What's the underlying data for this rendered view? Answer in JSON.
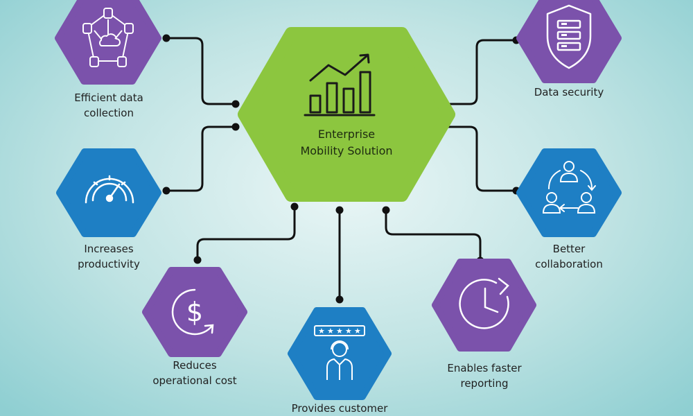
{
  "center": {
    "title_line1": "Enterprise",
    "title_line2": "Mobility Solution",
    "icon": "bar-chart-growth-icon"
  },
  "nodes": [
    {
      "key": "data-collection",
      "line1": "Efficient data",
      "line2": "collection",
      "icon": "network-cloud-database-icon",
      "color": "#7b52ab"
    },
    {
      "key": "productivity",
      "line1": "Increases",
      "line2": "productivity",
      "icon": "speedometer-gauge-icon",
      "color": "#1e7fc4"
    },
    {
      "key": "operational-cost",
      "line1": "Reduces",
      "line2": "operational cost",
      "icon": "dollar-cycle-icon",
      "color": "#7b52ab"
    },
    {
      "key": "customer",
      "line1": "Provides customer",
      "line2": "",
      "icon": "rated-support-agent-icon",
      "color": "#1e7fc4"
    },
    {
      "key": "faster-reporting",
      "line1": "Enables faster",
      "line2": "reporting",
      "icon": "clock-refresh-icon",
      "color": "#7b52ab"
    },
    {
      "key": "collaboration",
      "line1": "Better",
      "line2": "collaboration",
      "icon": "collaboration-cycle-icon",
      "color": "#1e7fc4"
    },
    {
      "key": "data-security",
      "line1": "Data security",
      "line2": "",
      "icon": "shield-server-icon",
      "color": "#7b52ab"
    }
  ],
  "colors": {
    "center": "#8cc63f",
    "purple": "#7b52ab",
    "blue": "#1e7fc4",
    "connector": "#111111"
  }
}
